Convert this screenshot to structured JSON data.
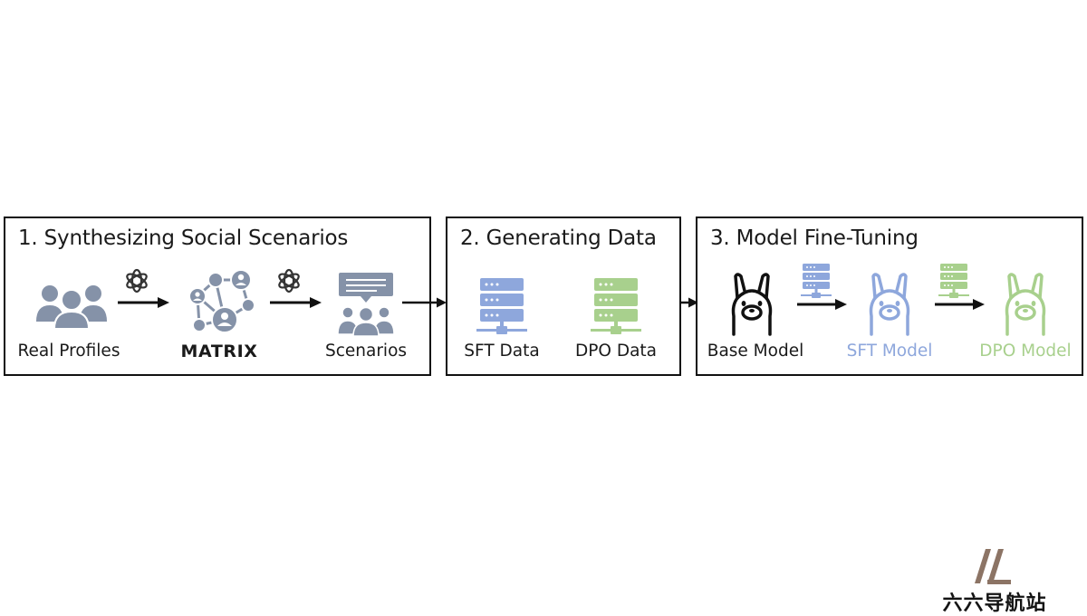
{
  "colors": {
    "slate": "#8592a8",
    "blue": "#8ea7dc",
    "green": "#a8d08d",
    "black": "#111111"
  },
  "stages": [
    {
      "title": "1. Synthesizing Social Scenarios",
      "items": [
        {
          "label": "Real Profiles",
          "icon": "people-group-icon"
        },
        {
          "label": "MATRIX",
          "icon": "network-icon"
        },
        {
          "label": "Scenarios",
          "icon": "scenario-icon"
        }
      ],
      "arrow_icon": "openai-logo-icon"
    },
    {
      "title": "2. Generating Data",
      "items": [
        {
          "label": "SFT Data",
          "icon": "database-server-icon",
          "color": "#8ea7dc"
        },
        {
          "label": "DPO Data",
          "icon": "database-server-icon",
          "color": "#a8d08d"
        }
      ]
    },
    {
      "title": "3. Model Fine-Tuning",
      "items": [
        {
          "label": "Base Model",
          "icon": "llama-icon",
          "color": "#111111"
        },
        {
          "label": "SFT Model",
          "icon": "llama-icon",
          "color": "#8ea7dc"
        },
        {
          "label": "DPO Model",
          "icon": "llama-icon",
          "color": "#a8d08d"
        }
      ]
    }
  ],
  "watermark": {
    "text": "六六导航站",
    "icon": "brand-logo-icon"
  }
}
